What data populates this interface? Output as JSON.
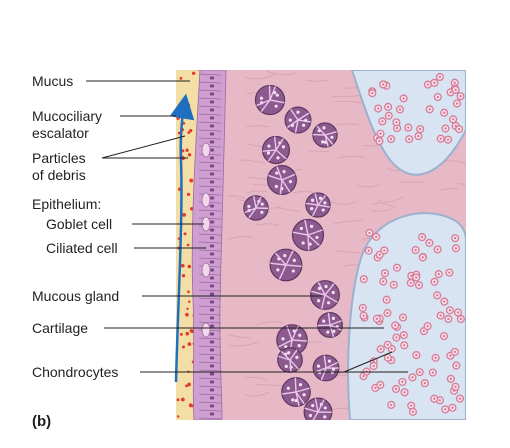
{
  "figure": {
    "part_label": "(b)",
    "labels": {
      "mucus": "Mucus",
      "escalator_line1": "Mucociliary",
      "escalator_line2": "escalator",
      "particles_line1": "Particles",
      "particles_line2": "of debris",
      "epithelium_heading": "Epithelium:",
      "goblet_cell": "Goblet cell",
      "ciliated_cell": "Ciliated cell",
      "mucous_gland": "Mucous gland",
      "cartilage": "Cartilage",
      "chondrocytes": "Chondrocytes"
    }
  },
  "colors": {
    "mucus_layer": "#f3dfa6",
    "debris_particle": "#e53b2c",
    "arrow": "#1f6fc1",
    "connective_tissue": "#e7b9c6",
    "epithelium": "#cf9fd1",
    "cartilage_matrix": "#d8e4f1",
    "cartilage_border": "#9cb0cf",
    "chondrocyte": "#d67a98",
    "gland_fill": "#8c5a8e",
    "leader_line": "#231f20"
  }
}
